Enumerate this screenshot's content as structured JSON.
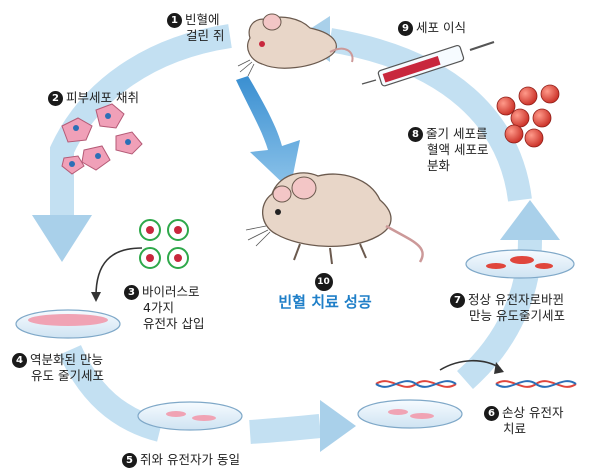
{
  "steps": [
    {
      "num": "1",
      "lines": [
        "빈혈에",
        "걸린 쥐"
      ]
    },
    {
      "num": "2",
      "lines": [
        "피부세포 채취"
      ]
    },
    {
      "num": "3",
      "lines": [
        "바이러스로",
        "4가지",
        "유전자 삽입"
      ]
    },
    {
      "num": "4",
      "lines": [
        "역분화된 만능",
        "유도 줄기세포"
      ]
    },
    {
      "num": "5",
      "lines": [
        "쥐와 유전자가 동일"
      ]
    },
    {
      "num": "6",
      "lines": [
        "손상 유전자",
        "치료"
      ]
    },
    {
      "num": "7",
      "lines": [
        "정상 유전자로바뀐",
        "만능 유도줄기세포"
      ]
    },
    {
      "num": "8",
      "lines": [
        "줄기 세포를",
        "혈액 세포로",
        "분화"
      ]
    },
    {
      "num": "9",
      "lines": [
        "세포 이식"
      ]
    }
  ],
  "result": {
    "num": "10",
    "text": "빈혈 치료 성공"
  },
  "colors": {
    "cycle_arrow": "#b9dbef",
    "down_arrow": "#3a8fd1",
    "dish_pink": "#f0a3b4",
    "cell_red": "#e0463c",
    "cell_skin": "#f0a0b8",
    "virus_green": "#2ea84a",
    "accent_text": "#1f7fc8"
  }
}
